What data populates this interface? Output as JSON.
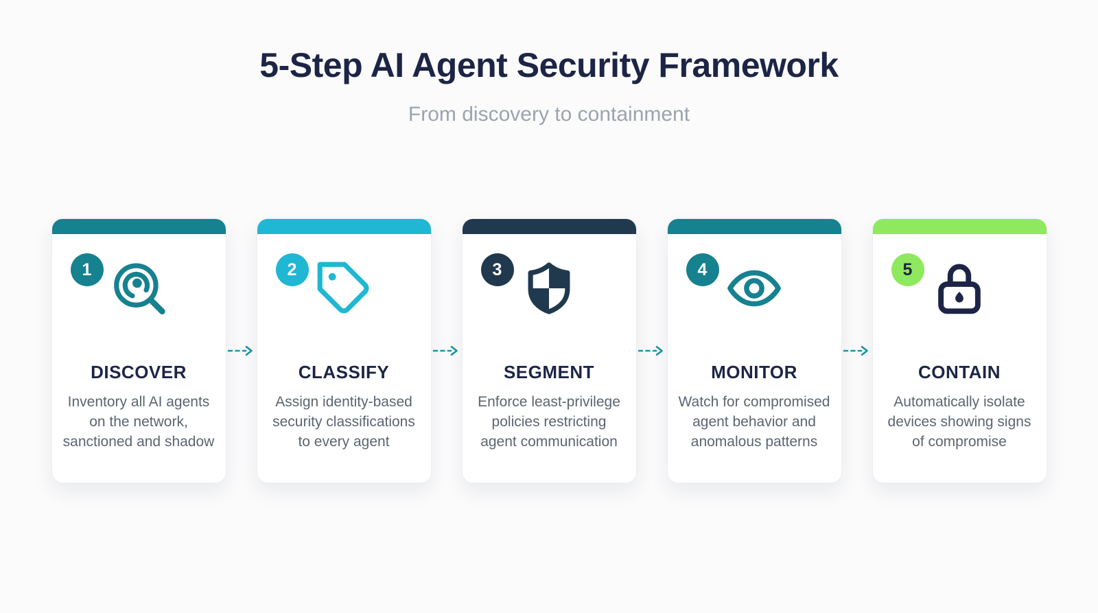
{
  "header": {
    "title": "5-Step AI Agent Security Framework",
    "subtitle": "From discovery to containment"
  },
  "colors": {
    "background": "#fbfbfc",
    "teal": "#16818f",
    "cyan": "#1fb7d4",
    "navy": "#21394e",
    "green": "#8fe95e",
    "heading_navy": "#1d2546",
    "subtitle_gray": "#9ca3af",
    "description_gray": "#5c6471",
    "arrow_teal": "#1995a3",
    "card_background": "#ffffff"
  },
  "steps": [
    {
      "number": "1",
      "title": "DISCOVER",
      "description": "Inventory all AI agents on the network, sanctioned and shadow",
      "icon": "magnifier-scan-icon",
      "accent": "#16818f",
      "number_color": "#ffffff",
      "icon_color": "#16818f"
    },
    {
      "number": "2",
      "title": "CLASSIFY",
      "description": "Assign identity-based security classifications to every agent",
      "icon": "tag-icon",
      "accent": "#1fb7d4",
      "number_color": "#ffffff",
      "icon_color": "#1fb7d4"
    },
    {
      "number": "3",
      "title": "SEGMENT",
      "description": "Enforce least-privilege policies restricting agent communication",
      "icon": "shield-icon",
      "accent": "#21394e",
      "number_color": "#ffffff",
      "icon_color": "#21394e"
    },
    {
      "number": "4",
      "title": "MONITOR",
      "description": "Watch for compromised agent behavior and anomalous patterns",
      "icon": "eye-icon",
      "accent": "#16818f",
      "number_color": "#ffffff",
      "icon_color": "#16818f"
    },
    {
      "number": "5",
      "title": "CONTAIN",
      "description": "Automatically isolate devices showing signs of compromise",
      "icon": "lock-icon",
      "accent": "#8fe95e",
      "number_color": "#1d2546",
      "icon_color": "#1d2546"
    }
  ]
}
